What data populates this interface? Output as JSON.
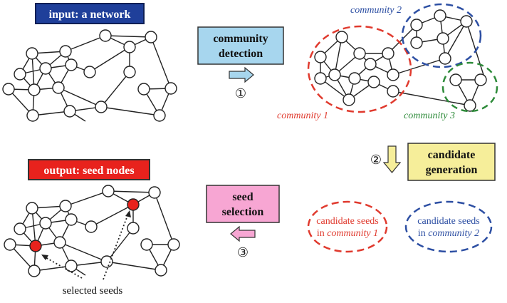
{
  "labels": {
    "input": "input: a network",
    "output": "output: seed nodes",
    "step1_line1": "community",
    "step1_line2": "detection",
    "step2_line1": "candidate",
    "step2_line2": "generation",
    "step3_line1": "seed",
    "step3_line2": "selection",
    "step1_num": "①",
    "step2_num": "②",
    "step3_num": "③",
    "community1": "community 1",
    "community2": "community 2",
    "community3": "community 3",
    "candidate_prefix": "candidate seeds",
    "candidate_in": "in ",
    "candidate_c1": "community 1",
    "candidate_c2": "community 2",
    "selected_seeds": "selected seeds"
  },
  "colors": {
    "input_box": "#1f3f9a",
    "output_box": "#e8221d",
    "step1_box": "#a7d6ee",
    "step2_box": "#f6ee9a",
    "step3_box": "#f7a6d3",
    "community1": "#e03a2e",
    "community2": "#2d4fa3",
    "community3": "#2e8b3a",
    "seed_node": "#e8221d"
  }
}
